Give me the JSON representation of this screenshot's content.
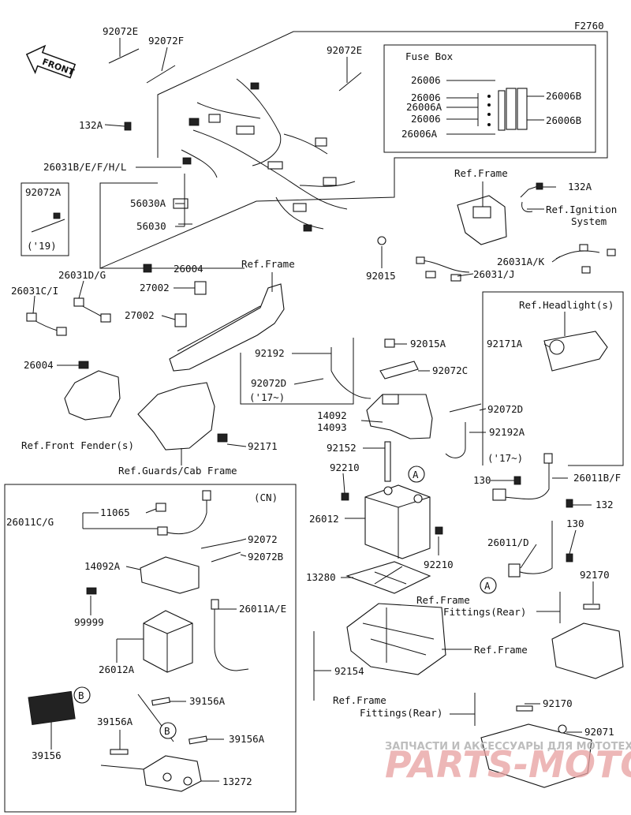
{
  "figure_code": "F2760",
  "front_arrow": "FRONT",
  "boxes": {
    "fuse_box_title": "Fuse Box",
    "cn_title": "(CN)"
  },
  "labels": {
    "p92072E_1": "92072E",
    "p92072F": "92072F",
    "p92072E_2": "92072E",
    "p132A_1": "132A",
    "p26031B": "26031B/E/F/H/L",
    "p92072A": "92072A",
    "p19": "('19)",
    "p56030A": "56030A",
    "p56030": "56030",
    "fb_26006_1": "26006",
    "fb_26006_2": "26006",
    "fb_26006A_1": "26006A",
    "fb_26006_3": "26006",
    "fb_26006A_2": "26006A",
    "fb_26006B_1": "26006B",
    "fb_26006B_2": "26006B",
    "ref_frame_1": "Ref.Frame",
    "p132A_2": "132A",
    "ref_ignition_1": "Ref.Ignition",
    "ref_ignition_2": "System",
    "p26004_1": "26004",
    "ref_frame_2": "Ref.Frame",
    "p92015": "92015",
    "p26031AK": "26031A/K",
    "p26031J": "26031/J",
    "p26031DG": "26031D/G",
    "p26031CI": "26031C/I",
    "p27002_1": "27002",
    "p27002_2": "27002",
    "ref_headlight": "Ref.Headlight(s)",
    "p92192": "92192",
    "p92015A": "92015A",
    "p92171A": "92171A",
    "p92072D_1": "92072D",
    "p17_1": "('17~)",
    "p92072C": "92072C",
    "p26004_2": "26004",
    "p14092": "14092",
    "p14093": "14093",
    "p92072D_2": "92072D",
    "p92192A": "92192A",
    "ref_front_fender": "Ref.Front Fender(s)",
    "p92171": "92171",
    "p92152": "92152",
    "p17_2": "('17~)",
    "ref_guards": "Ref.Guards/Cab Frame",
    "p92210_1": "92210",
    "p130_1": "130",
    "p26011BF": "26011B/F",
    "p132": "132",
    "p26012": "26012",
    "p130_2": "130",
    "p26011D": "26011/D",
    "p92210_2": "92210",
    "p92170_1": "92170",
    "p13280": "13280",
    "ref_frame_3": "Ref.Frame",
    "ref_fittings_1": "Fittings(Rear)",
    "ref_frame_4": "Ref.Frame",
    "p92154": "92154",
    "ref_frame_5": "Ref.Frame",
    "ref_fittings_2": "Fittings(Rear)",
    "p92170_2": "92170",
    "p92071": "92071",
    "cn_11065": "11065",
    "cn_26011CG": "26011C/G",
    "cn_92072": "92072",
    "cn_92072B": "92072B",
    "cn_14092A": "14092A",
    "cn_99999": "99999",
    "cn_26011AE": "26011A/E",
    "cn_26012A": "26012A",
    "cn_39156A_1": "39156A",
    "cn_39156A_2": "39156A",
    "cn_39156A_3": "39156A",
    "cn_39156": "39156",
    "cn_13272": "13272"
  },
  "callouts": {
    "A": "A",
    "B": "B"
  },
  "watermark": {
    "line1": "ЗАПЧАСТИ И АКСЕССУАРЫ ДЛЯ МОТОТЕХНИКИ",
    "line2": "PARTS-MOTOR.RU"
  }
}
